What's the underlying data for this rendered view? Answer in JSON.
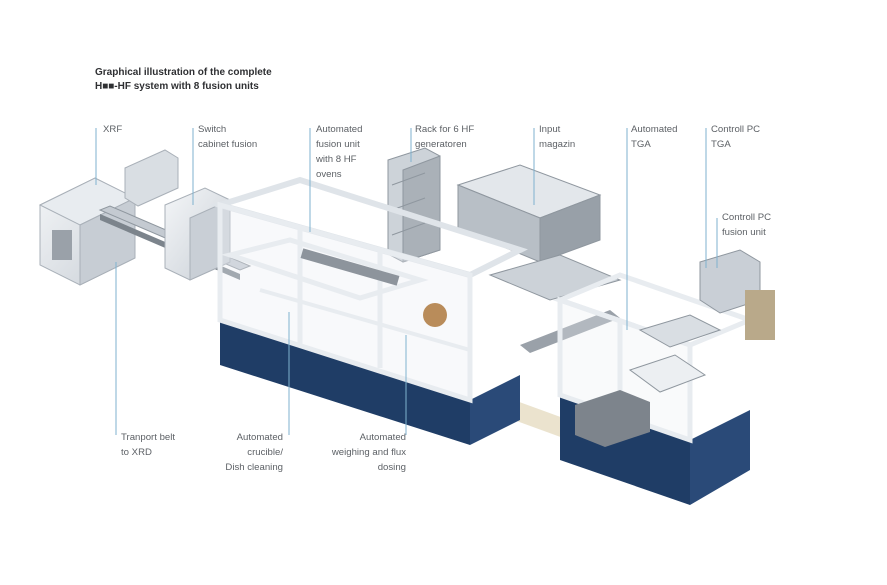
{
  "title": {
    "line1": "Graphical illustration of the complete",
    "line2": "H■■-HF system with 8 fusion units"
  },
  "labels": {
    "xrf": [
      "XRF"
    ],
    "switch_cabinet": [
      "Switch",
      "cabinet fusion"
    ],
    "fusion_unit": [
      "Automated",
      "fusion unit",
      "with 8 HF",
      "ovens"
    ],
    "rack": [
      "Rack for 6 HF",
      "generatoren"
    ],
    "input_magazin": [
      "Input",
      "magazin"
    ],
    "automated_tga": [
      "Automated",
      "TGA"
    ],
    "controll_pc_tga": [
      "Controll PC",
      "TGA"
    ],
    "controll_pc_fusion": [
      "Controll PC",
      "fusion unit"
    ],
    "transport_belt": [
      "Tranport belt",
      "to XRD"
    ],
    "crucible_cleaning": [
      "Automated",
      "crucible/",
      "Dish cleaning"
    ],
    "weighing_dosing": [
      "Automated",
      "weighing and flux",
      "dosing"
    ]
  },
  "colors": {
    "leader_line": "#7fb2cf",
    "frame": "#eef1f4",
    "frame_edge": "#b7bec6",
    "navy_base": "#1f3d66",
    "panel_gray": "#9aa1a9"
  }
}
